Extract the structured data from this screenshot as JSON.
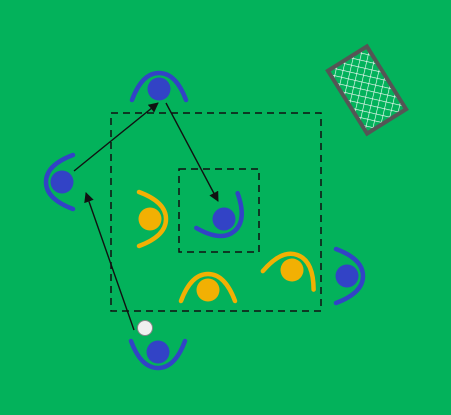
{
  "colors": {
    "pitch": "#03b25b",
    "team_blue": "#3243c6",
    "team_yellow": "#f2b003",
    "lines": "#111111",
    "goal_frame": "#555555",
    "goal_net": "#ffffff",
    "ball": "#f0f0f0"
  },
  "players": [
    {
      "id": "blue-top",
      "team": "blue",
      "role": "attacker"
    },
    {
      "id": "blue-left",
      "team": "blue",
      "role": "attacker"
    },
    {
      "id": "blue-center",
      "team": "blue",
      "role": "target"
    },
    {
      "id": "blue-right",
      "team": "blue",
      "role": "attacker"
    },
    {
      "id": "blue-bottom",
      "team": "blue",
      "role": "ball-carrier"
    },
    {
      "id": "yellow-left",
      "team": "yellow",
      "role": "defender"
    },
    {
      "id": "yellow-bottom",
      "team": "yellow",
      "role": "defender"
    },
    {
      "id": "yellow-right",
      "team": "yellow",
      "role": "defender"
    }
  ],
  "passes": [
    {
      "from": "blue-bottom",
      "to": "blue-left",
      "order": 1
    },
    {
      "from": "blue-left",
      "to": "blue-top",
      "order": 2
    },
    {
      "from": "blue-top",
      "to": "blue-center",
      "order": 3
    }
  ],
  "ball": {
    "holder": "blue-bottom"
  }
}
